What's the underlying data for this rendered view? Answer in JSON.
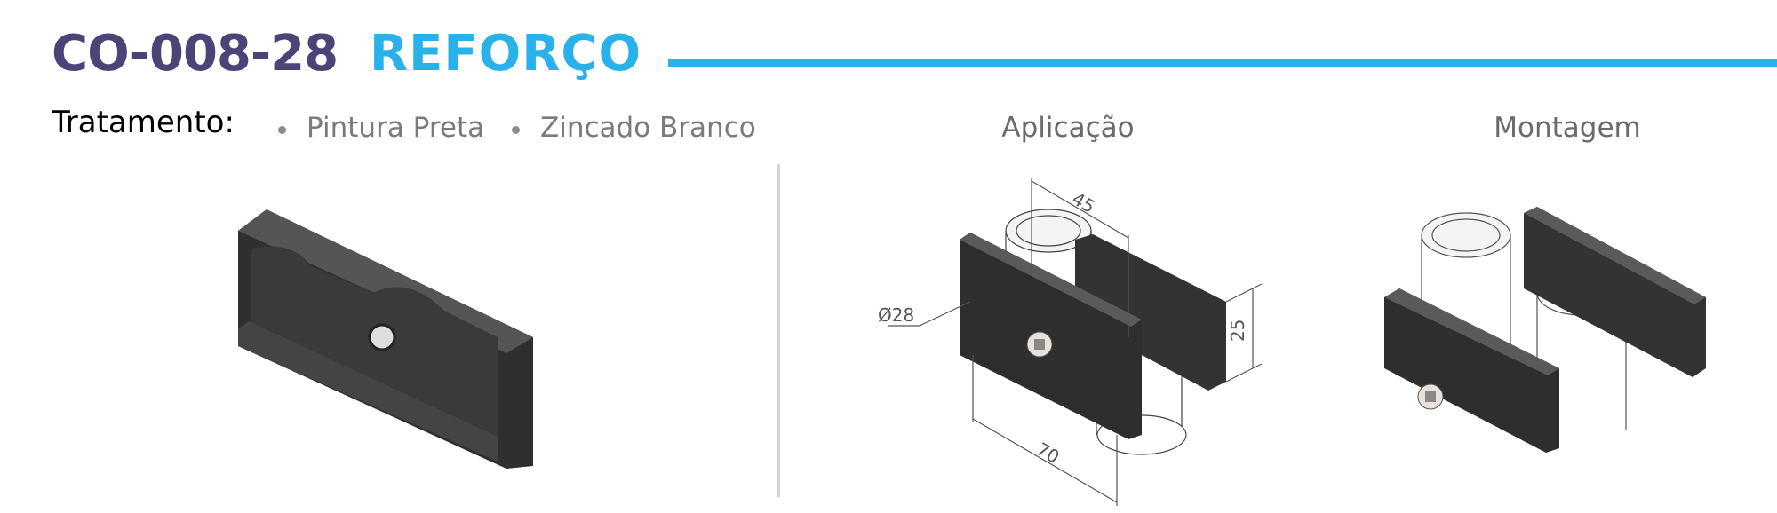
{
  "header": {
    "code": "CO-008-28",
    "name": "REFORÇO",
    "accent": "#29b2ea",
    "code_color": "#4b4577"
  },
  "treatment": {
    "label": "Tratamento:",
    "options": [
      "Pintura Preta",
      "Zincado Branco"
    ]
  },
  "captions": {
    "application": "Aplicação",
    "assembly": "Montagem"
  },
  "dimensions": {
    "width": "45",
    "length": "70",
    "height": "25",
    "diameter": "Ø28"
  }
}
